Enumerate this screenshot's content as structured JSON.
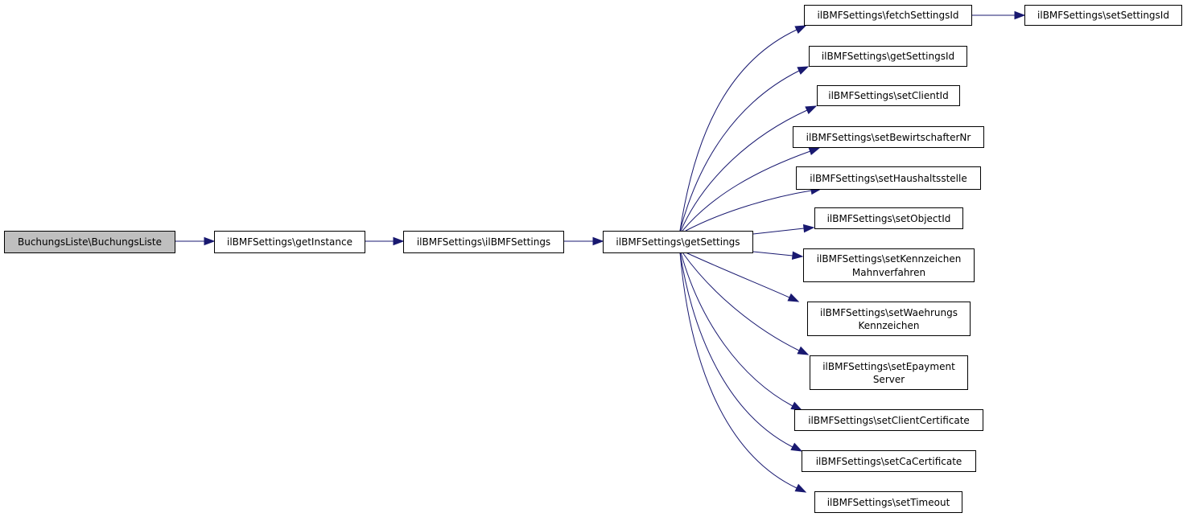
{
  "colors": {
    "edge": "#191970",
    "root_fill": "#bfbfbf",
    "node_fill": "#ffffff",
    "border": "#000000"
  },
  "nodes": {
    "root": [
      "BuchungsListe\\BuchungsListe"
    ],
    "getInstance": [
      "ilBMFSettings\\getInstance"
    ],
    "ctor": [
      "ilBMFSettings\\ilBMFSettings"
    ],
    "getSettings": [
      "ilBMFSettings\\getSettings"
    ],
    "fetchSettingsId": [
      "ilBMFSettings\\fetchSettingsId"
    ],
    "setSettingsId": [
      "ilBMFSettings\\setSettingsId"
    ],
    "getSettingsId": [
      "ilBMFSettings\\getSettingsId"
    ],
    "setClientId": [
      "ilBMFSettings\\setClientId"
    ],
    "setBewirtschafterNr": [
      "ilBMFSettings\\setBewirtschafterNr"
    ],
    "setHaushaltsstelle": [
      "ilBMFSettings\\setHaushaltsstelle"
    ],
    "setObjectId": [
      "ilBMFSettings\\setObjectId"
    ],
    "setKennzeichenMahnverfahren": [
      "ilBMFSettings\\setKennzeichen",
      "Mahnverfahren"
    ],
    "setWaehrungsKennzeichen": [
      "ilBMFSettings\\setWaehrungs",
      "Kennzeichen"
    ],
    "setEpaymentServer": [
      "ilBMFSettings\\setEpayment",
      "Server"
    ],
    "setClientCertificate": [
      "ilBMFSettings\\setClientCertificate"
    ],
    "setCaCertificate": [
      "ilBMFSettings\\setCaCertificate"
    ],
    "setTimeout": [
      "ilBMFSettings\\setTimeout"
    ]
  }
}
